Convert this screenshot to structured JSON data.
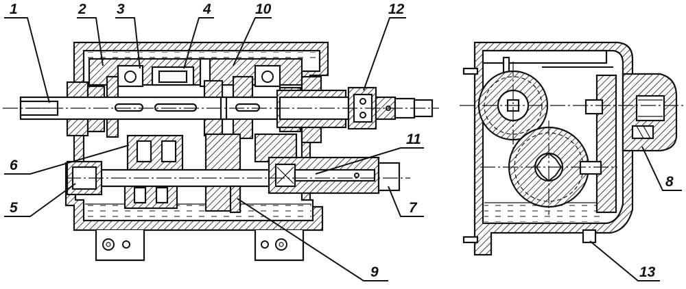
{
  "figure": {
    "callouts": [
      {
        "id": "c1",
        "text": "1"
      },
      {
        "id": "c2",
        "text": "2"
      },
      {
        "id": "c3",
        "text": "3"
      },
      {
        "id": "c4",
        "text": "4"
      },
      {
        "id": "c10",
        "text": "10"
      },
      {
        "id": "c12",
        "text": "12"
      },
      {
        "id": "c6",
        "text": "6"
      },
      {
        "id": "c5",
        "text": "5"
      },
      {
        "id": "c11",
        "text": "11"
      },
      {
        "id": "c7",
        "text": "7"
      },
      {
        "id": "c8",
        "text": "8"
      },
      {
        "id": "c9",
        "text": "9"
      },
      {
        "id": "c13",
        "text": "13"
      }
    ],
    "colors": {
      "ink": "#111111",
      "paper": "#ffffff"
    }
  }
}
